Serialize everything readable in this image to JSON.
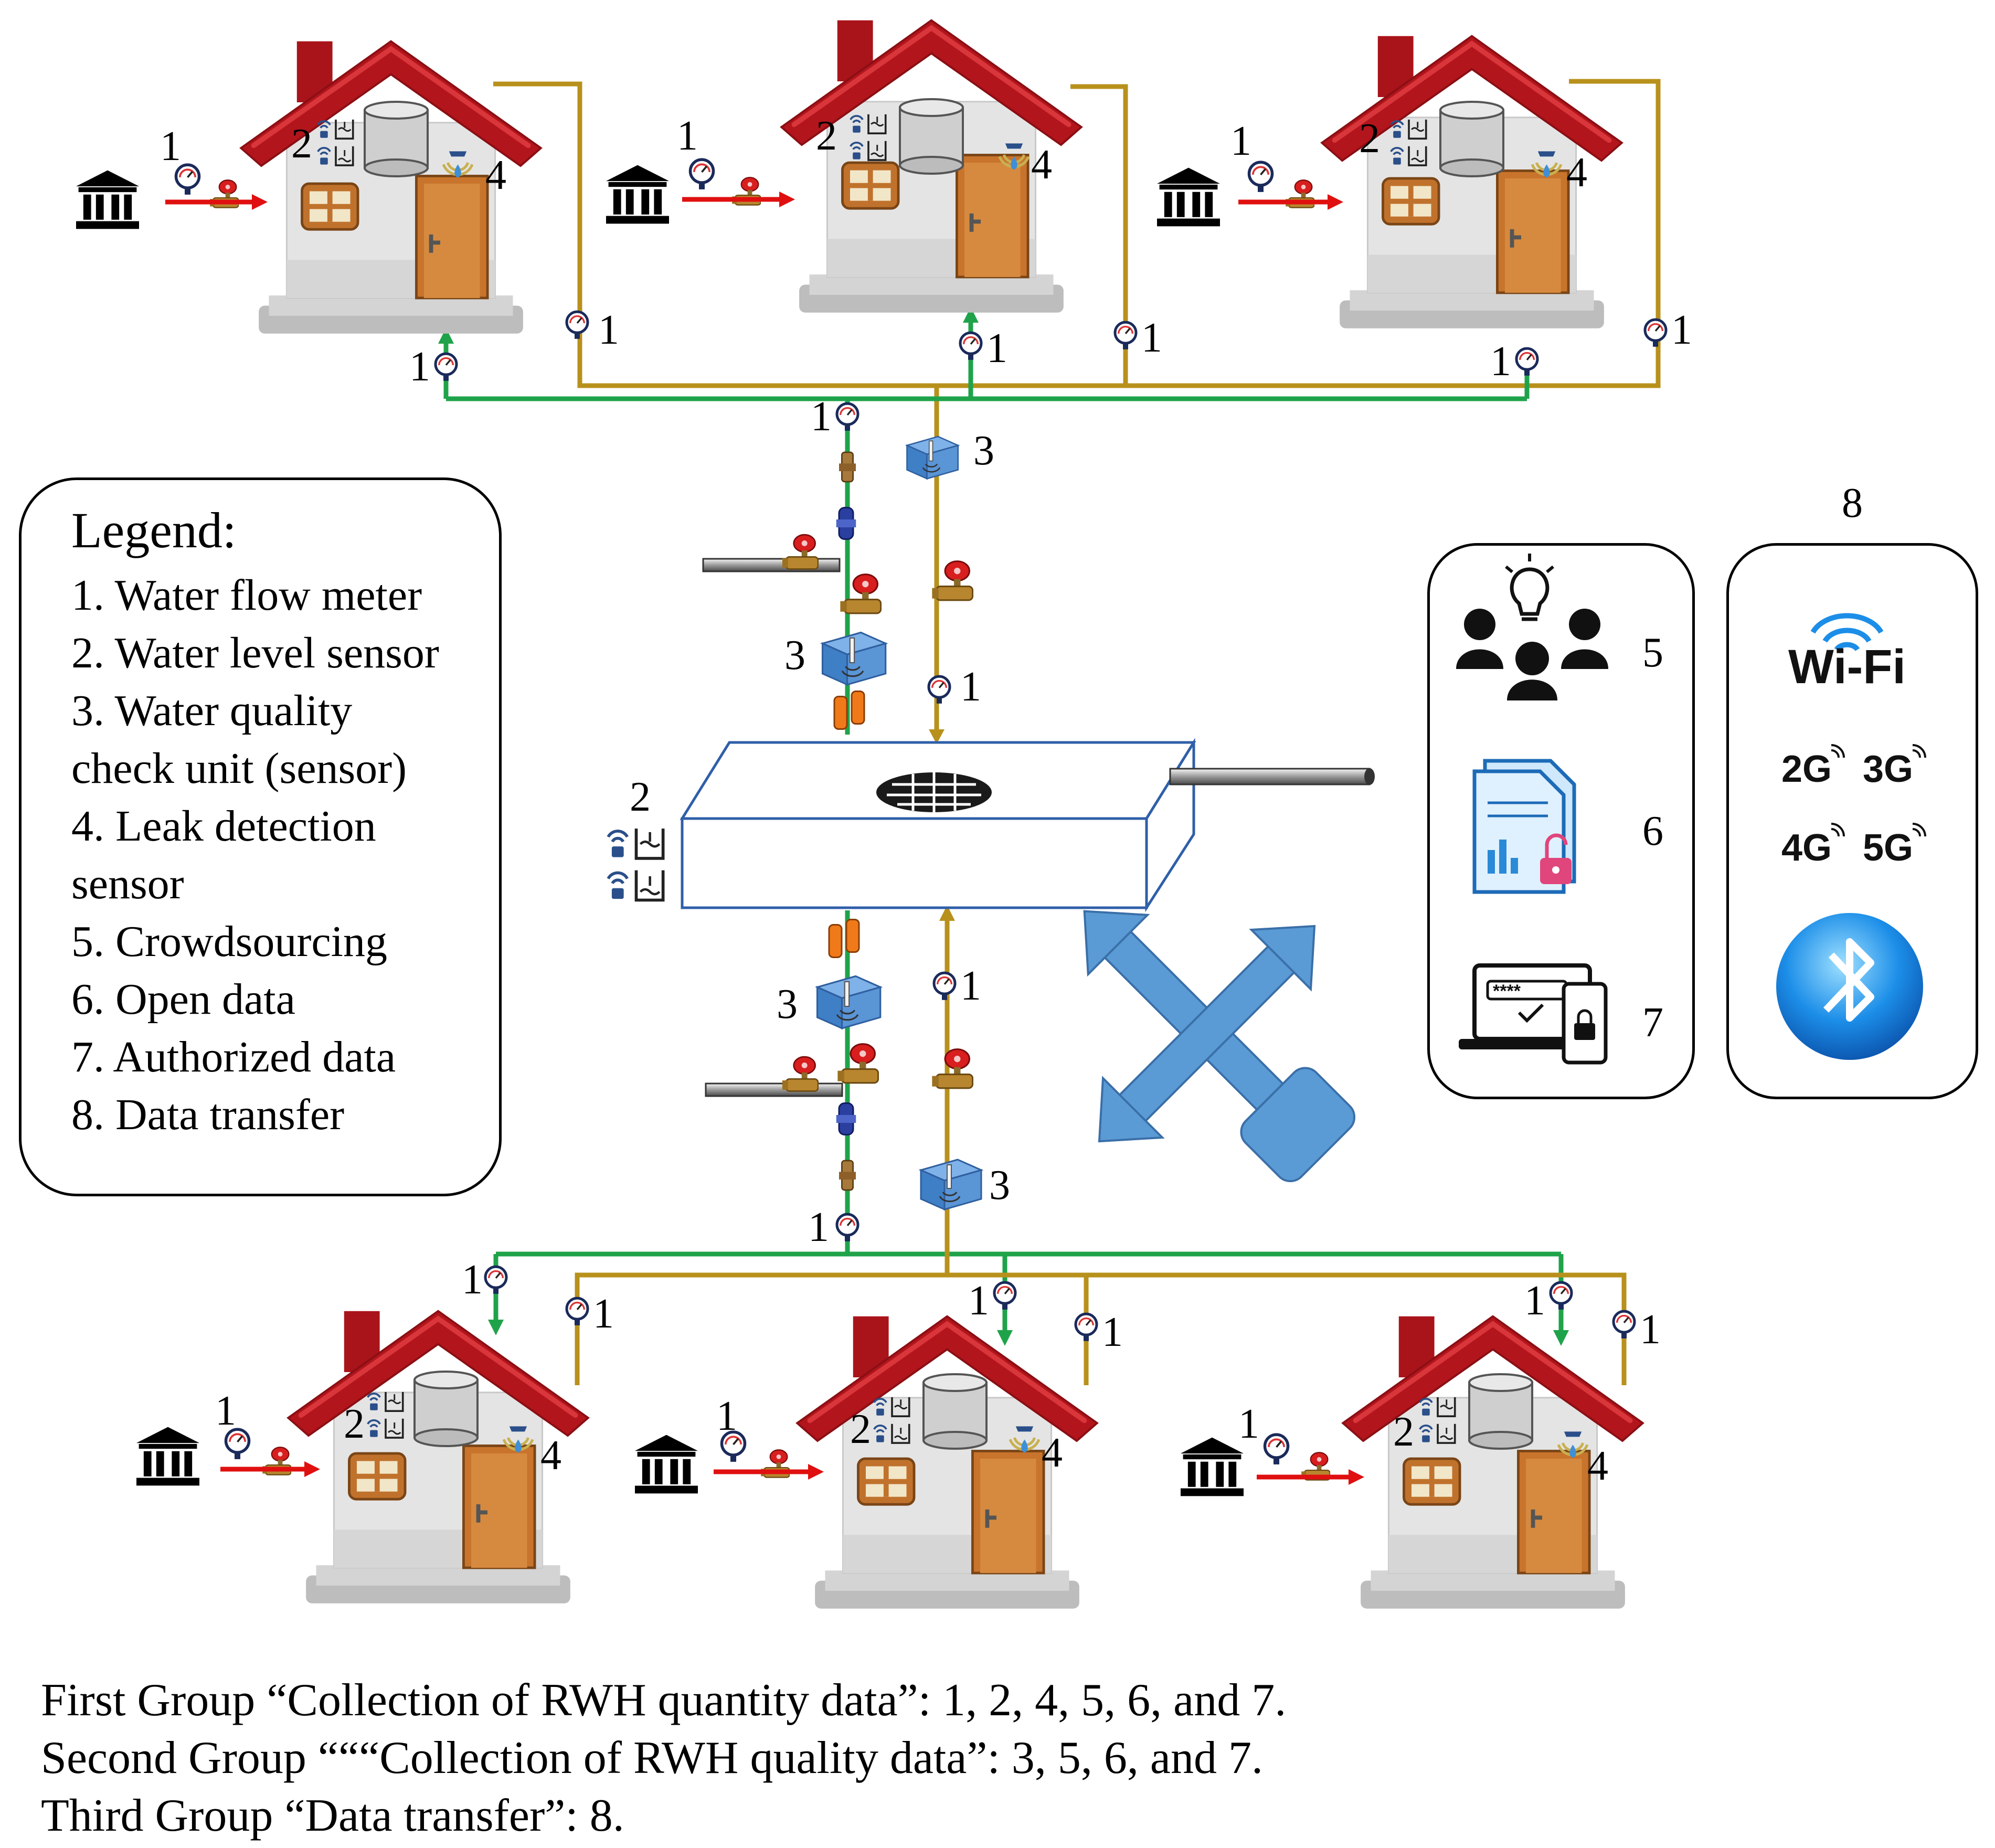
{
  "legend": {
    "title": "Legend:",
    "items": [
      "1. Water flow meter",
      "2. Water level sensor",
      "3. Water quality\ncheck unit (sensor)",
      "4. Leak detection\nsensor",
      "5. Crowdsourcing",
      "6. Open data",
      "7. Authorized data",
      "8. Data transfer"
    ]
  },
  "labels": {
    "flow_meter": "1",
    "level_sensor": "2",
    "quality_unit": "3",
    "leak_sensor": "4",
    "crowdsourcing": "5",
    "open_data": "6",
    "authorized_data": "7",
    "data_transfer": "8"
  },
  "connectivity": {
    "wifi": "Wi-Fi",
    "g2": "2G",
    "g3": "3G",
    "g4": "4G",
    "g5": "5G"
  },
  "captions": [
    "First Group “Collection of RWH quantity data”: 1, 2, 4, 5, 6, and 7.",
    "Second Group “““Collection of RWH quality data”: 3, 5, 6, and 7.",
    "Third Group “Data transfer”: 8."
  ],
  "colors": {
    "roof": "#b0141a",
    "wall": "#e6e6e6",
    "door": "#c9762e",
    "green_pipe": "#1fa34a",
    "gold_pipe": "#b8911c",
    "red_arrow": "#e01010",
    "sensor_blue": "#3f7fc6",
    "tank_outline": "#2f5fa8"
  },
  "icons": {
    "house": "house-icon",
    "building": "bank-building-icon",
    "flow_meter": "flow-meter-gauge-icon",
    "valve": "valve-icon",
    "quality_unit": "water-quality-sensor-icon",
    "filter": "filter-cartridge-icon",
    "tank": "storage-tank-icon",
    "crowd": "crowd-lightbulb-icon",
    "open_data": "document-unlock-icon",
    "authorized": "laptop-phone-lock-icon",
    "wifi": "wifi-icon",
    "bluetooth": "bluetooth-icon",
    "pump": "pump-arrows-icon"
  }
}
